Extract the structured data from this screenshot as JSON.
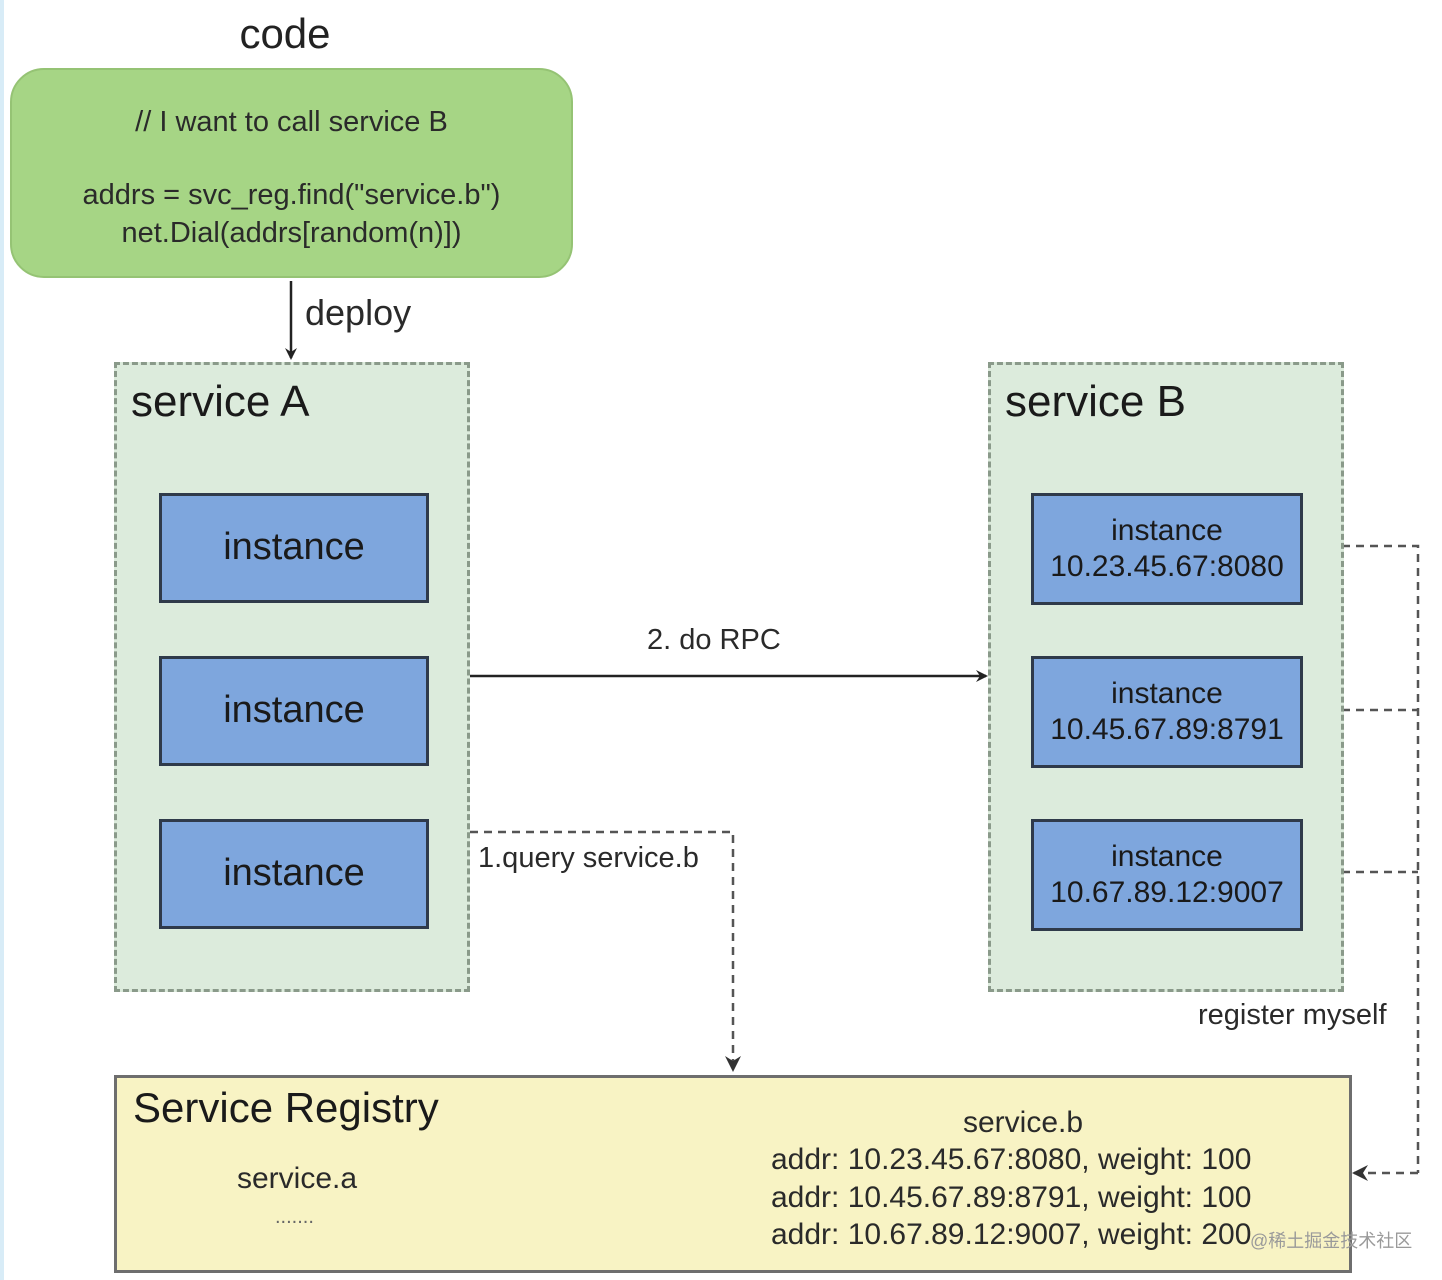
{
  "code": {
    "title": "code",
    "comment": "// I want to call service B",
    "line1": "addrs = svc_reg.find(\"service.b\")",
    "line2": "net.Dial(addrs[random(n)])"
  },
  "edges": {
    "deploy": "deploy",
    "do_rpc": "2. do RPC",
    "query": "1.query service.b",
    "register": "register myself"
  },
  "service_a": {
    "title": "service A",
    "instances": [
      "instance",
      "instance",
      "instance"
    ]
  },
  "service_b": {
    "title": "service B",
    "instances": [
      {
        "label": "instance",
        "addr": "10.23.45.67:8080"
      },
      {
        "label": "instance",
        "addr": "10.45.67.89:8791"
      },
      {
        "label": "instance",
        "addr": "10.67.89.12:9007"
      }
    ]
  },
  "registry": {
    "title": "Service Registry",
    "service_a": "service.a",
    "ellipsis": ".......",
    "service_b": "service.b",
    "entries": [
      "addr: 10.23.45.67:8080, weight: 100",
      "addr: 10.45.67.89:8791, weight: 100",
      "addr: 10.67.89.12:9007, weight: 200"
    ]
  },
  "watermark": "@稀土掘金技术社区",
  "colors": {
    "code_box": "#a6d585",
    "service_box": "#dcebdc",
    "instance": "#7ea6dd",
    "registry": "#f8f3c4"
  }
}
